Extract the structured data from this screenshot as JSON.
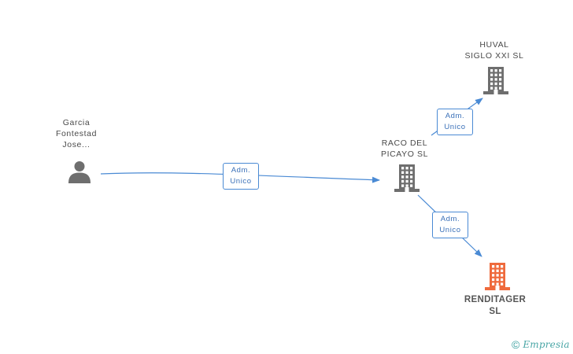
{
  "nodes": {
    "person": {
      "name_lines": [
        "Garcia",
        "Fontestad",
        "Jose..."
      ],
      "icon": "person-icon"
    },
    "raco": {
      "name_lines": [
        "RACO DEL",
        "PICAYO SL"
      ],
      "icon": "building-icon"
    },
    "huval": {
      "name_lines": [
        "HUVAL",
        "SIGLO XXI SL"
      ],
      "icon": "building-icon"
    },
    "renditager": {
      "name_lines": [
        "RENDITAGER",
        "SL"
      ],
      "icon": "building-icon"
    }
  },
  "edges": {
    "person_to_raco": {
      "role_lines": [
        "Adm.",
        "Unico"
      ]
    },
    "raco_to_huval": {
      "role_lines": [
        "Adm.",
        "Unico"
      ]
    },
    "raco_to_renditager": {
      "role_lines": [
        "Adm.",
        "Unico"
      ]
    }
  },
  "colors": {
    "edge": "#4a8ad4",
    "icon_default": "#6e6e6e",
    "icon_focus": "#ef6a3c",
    "brand": "#4aa6a6"
  },
  "watermark": {
    "symbol": "©",
    "brand_text": "Empresia"
  }
}
